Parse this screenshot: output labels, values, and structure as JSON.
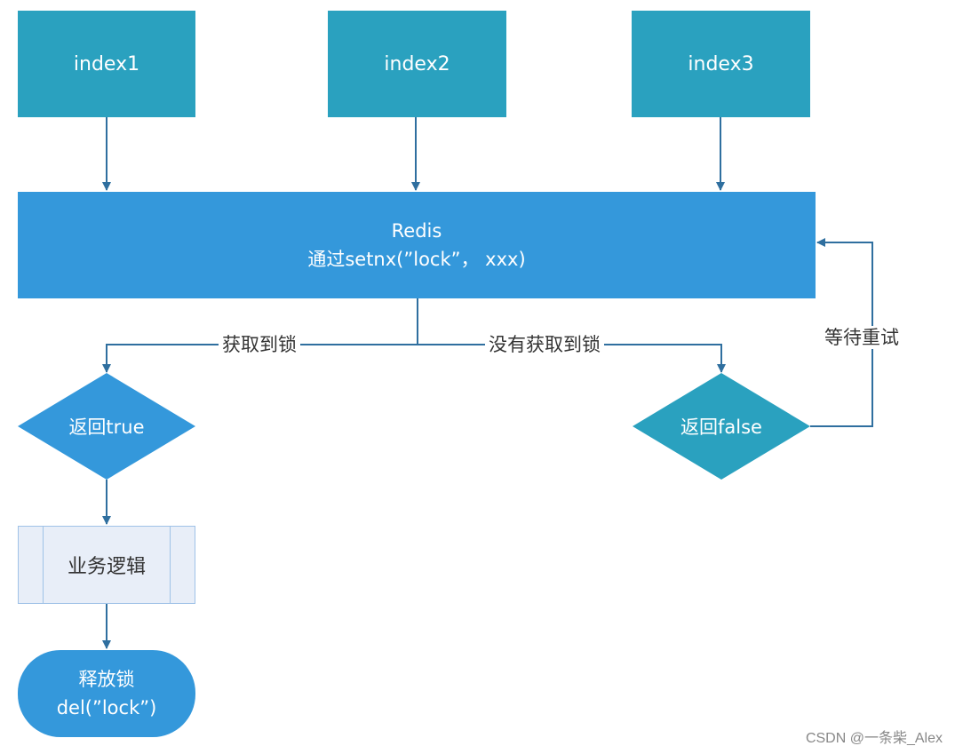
{
  "nodes": {
    "index1": "index1",
    "index2": "index2",
    "index3": "index3",
    "redis_title": "Redis",
    "redis_cmd": "通过setnx(”lock”， xxx)",
    "return_true": "返回true",
    "return_false": "返回false",
    "business_logic": "业务逻辑",
    "release_title": "释放锁",
    "release_cmd": "del(”lock”)"
  },
  "edges": {
    "got_lock": "获取到锁",
    "no_lock": "没有获取到锁",
    "wait_retry": "等待重试"
  },
  "watermark": "CSDN @一条柴_Alex",
  "colors": {
    "index_box": "#2aa1bf",
    "redis_box": "#3498db",
    "diamond_true": "#3498db",
    "diamond_false": "#2aa1bf",
    "logic_box": "#e8eef8",
    "arrow": "#2f6f9f"
  }
}
